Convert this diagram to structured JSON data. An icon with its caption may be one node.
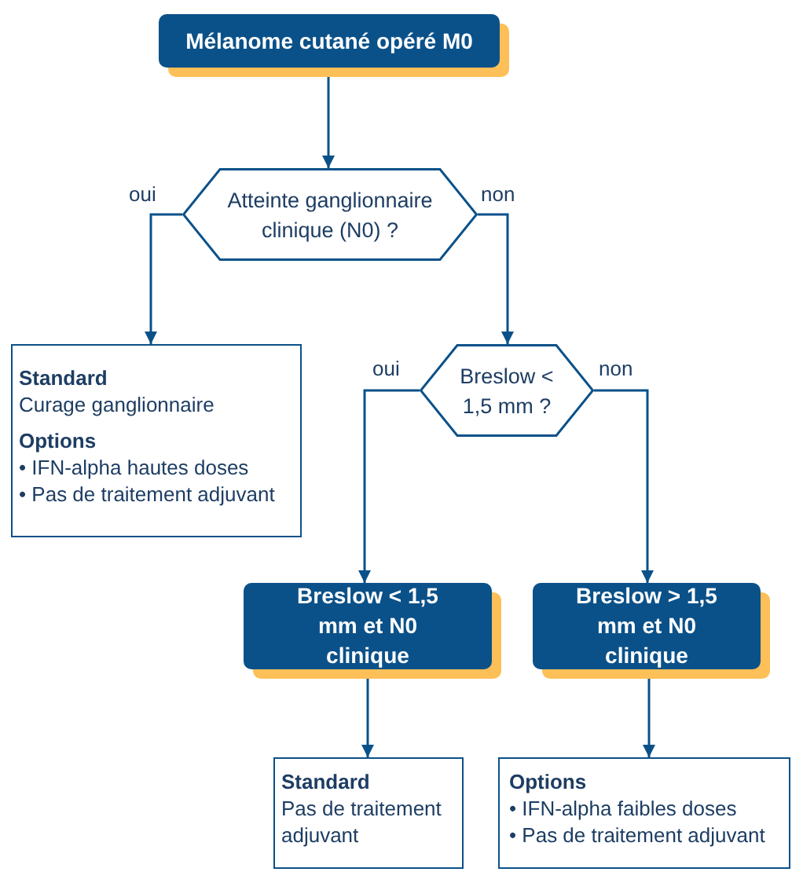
{
  "diagram": {
    "nodes": [
      {
        "text": [
          "Mélanome cutané opéré M0"
        ]
      },
      {
        "text": [
          "Atteinte ganglionnaire clinique (N0) ?"
        ]
      },
      {
        "text": [
          "Standard",
          "Curage ganglionnaire",
          "Options",
          "• IFN-alpha hautes doses",
          "• Pas de traitement adjuvant"
        ]
      },
      {
        "text": [
          "Breslow < 1,5 mm ?"
        ]
      },
      {
        "text": [
          "Breslow < 1,5 mm et N0 clinique"
        ]
      },
      {
        "text": [
          "Breslow > 1,5 mm et N0 clinique"
        ]
      },
      {
        "text": [
          "Standard",
          "Pas de traitement adjuvant"
        ]
      },
      {
        "text": [
          "Options",
          "• IFN-alpha faibles doses",
          "• Pas de traitement adjuvant"
        ]
      }
    ],
    "edges": [
      {
        "from": 0,
        "to": 1,
        "arrow": "to"
      },
      {
        "from": 1,
        "to": 2,
        "arrow": "to",
        "label": "oui"
      },
      {
        "from": 1,
        "to": 3,
        "arrow": "to",
        "label": "non"
      },
      {
        "from": 3,
        "to": 4,
        "arrow": "to",
        "label": "oui"
      },
      {
        "from": 3,
        "to": 5,
        "arrow": "to",
        "label": "non"
      },
      {
        "from": 4,
        "to": 6,
        "arrow": "to"
      },
      {
        "from": 5,
        "to": 7,
        "arrow": "to"
      }
    ]
  }
}
